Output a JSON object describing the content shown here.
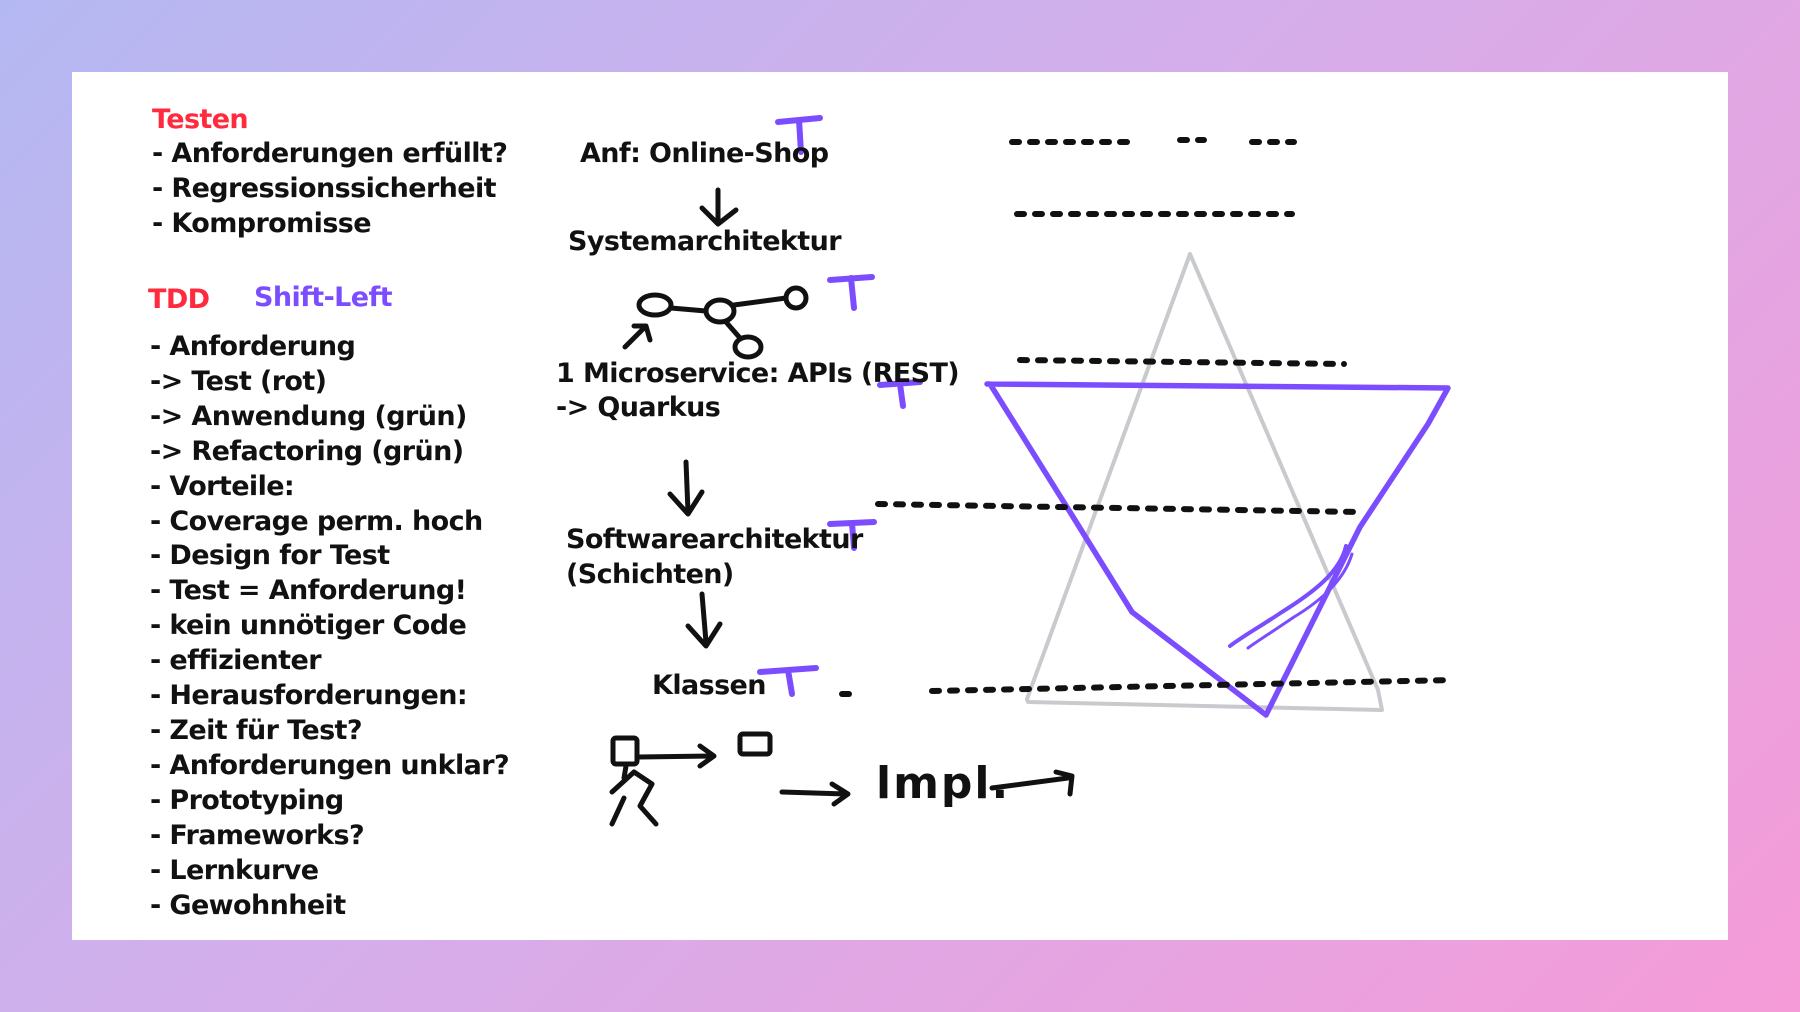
{
  "left": {
    "testen_heading": "Testen",
    "testen_items": [
      "- Anforderungen erfüllt?",
      "- Regressionssicherheit",
      "- Kompromisse"
    ],
    "tdd_heading": "TDD",
    "shift_left_heading": "Shift-Left",
    "tdd_items": [
      "- Anforderung",
      "-> Test (rot)",
      "-> Anwendung (grün)",
      "-> Refactoring (grün)",
      "- Vorteile:",
      "- Coverage perm. hoch",
      "- Design for Test",
      "- Test = Anforderung!",
      "- kein unnötiger Code",
      "- effizienter",
      "- Herausforderungen:",
      "- Zeit für Test?",
      "- Anforderungen unklar?",
      "- Prototyping",
      "- Frameworks?",
      "- Lernkurve",
      "- Gewohnheit"
    ]
  },
  "flow": {
    "requirement": "Anf: Online-Shop",
    "system_architecture": "Systemarchitektur",
    "microservice_line1": "1 Microservice: APIs (REST)",
    "microservice_line2": "-> Quarkus",
    "software_architecture_line1": "Softwarearchitektur",
    "software_architecture_line2": "(Schichten)",
    "classes": "Klassen",
    "test_marker": "T",
    "scribble": "lmpl."
  },
  "colors": {
    "accent_red": "#ff2a3d",
    "accent_purple": "#7b4dff",
    "ink": "#111111",
    "pyramid_gray": "#c8cace"
  }
}
